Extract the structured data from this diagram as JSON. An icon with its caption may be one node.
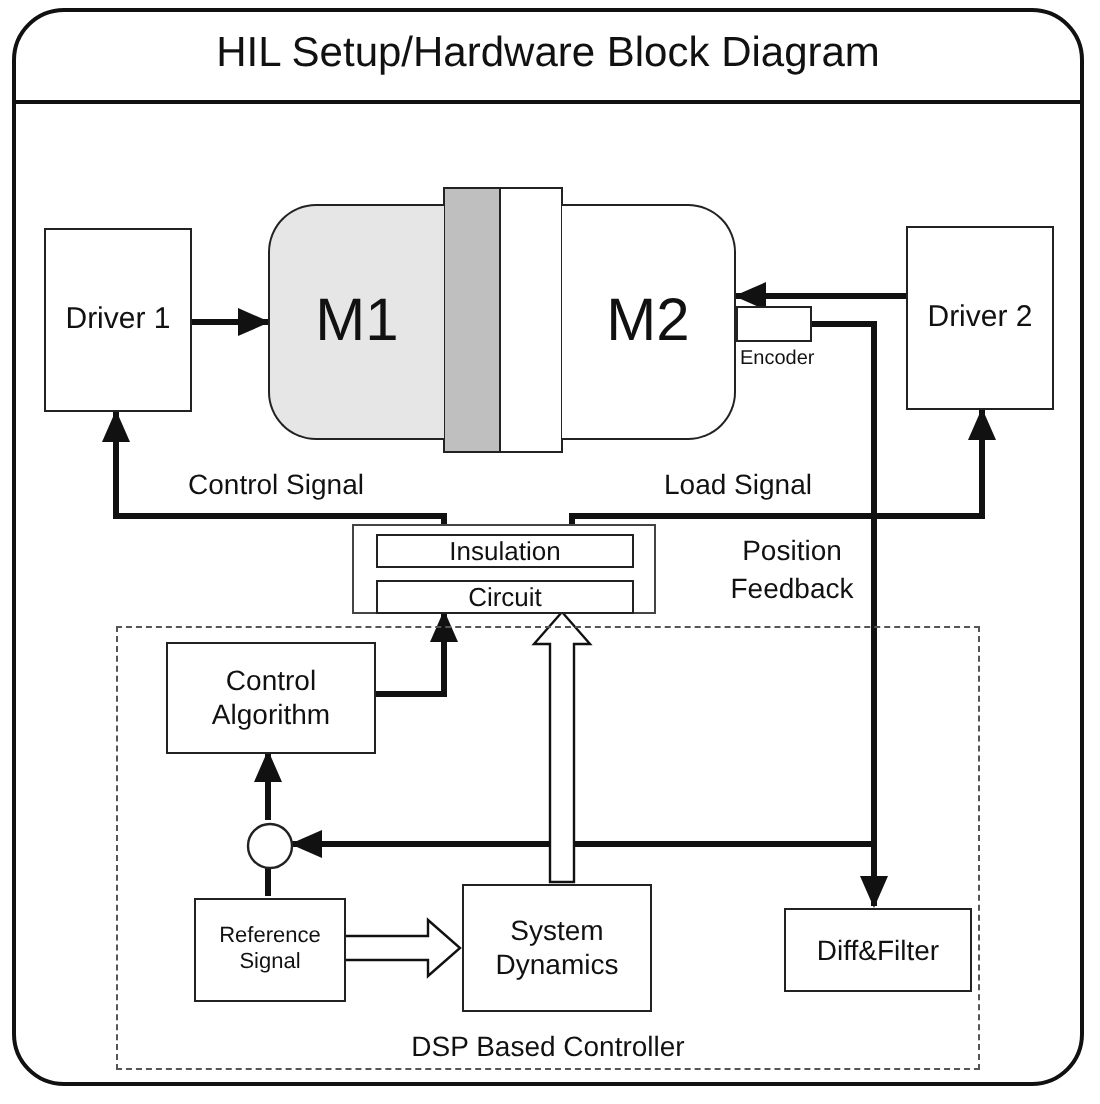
{
  "diagram": {
    "title": "HIL Setup/Hardware Block Diagram",
    "nodes": [
      {
        "text": [
          "Driver 1"
        ]
      },
      {
        "text": [
          "M1"
        ]
      },
      {
        "text": [
          "M2"
        ]
      },
      {
        "text": [
          "Encoder"
        ]
      },
      {
        "text": [
          "Driver 2"
        ]
      },
      {
        "text": [],
        "shape": "box"
      },
      {
        "text": [
          "Insulation"
        ],
        "in": 5
      },
      {
        "text": [
          "Circuit"
        ],
        "in": 5
      },
      {
        "text": [
          "DSP Based Controller"
        ]
      },
      {
        "text": [
          "Control Algorithm"
        ],
        "in": 8
      },
      {
        "text": [],
        "shape": "circle",
        "in": 8
      },
      {
        "text": [
          "Reference Signal"
        ],
        "in": 8
      },
      {
        "text": [
          "System Dynamics"
        ],
        "in": 8
      },
      {
        "text": [
          "Diff&Filter"
        ],
        "in": 8
      }
    ],
    "edges": [
      {
        "from": 0,
        "to": 1,
        "arrow": "to"
      },
      {
        "from": 4,
        "to": 2,
        "arrow": "to"
      },
      {
        "from": 6,
        "to": 0,
        "arrow": "to",
        "label": "Control Signal"
      },
      {
        "from": 6,
        "to": 4,
        "arrow": "to",
        "label": "Load Signal"
      },
      {
        "from": 3,
        "to": 13,
        "arrow": "to",
        "label": "Position Feedback"
      },
      {
        "from": 3,
        "to": 10,
        "arrow": "to"
      },
      {
        "from": 9,
        "to": 7,
        "arrow": "to"
      },
      {
        "from": 12,
        "to": 7,
        "arrow": "to",
        "style": "thick"
      },
      {
        "from": 11,
        "to": 12,
        "arrow": "to",
        "style": "thick"
      },
      {
        "from": 11,
        "to": 10,
        "arrow": "none"
      },
      {
        "from": 10,
        "to": 9,
        "arrow": "to"
      }
    ]
  }
}
